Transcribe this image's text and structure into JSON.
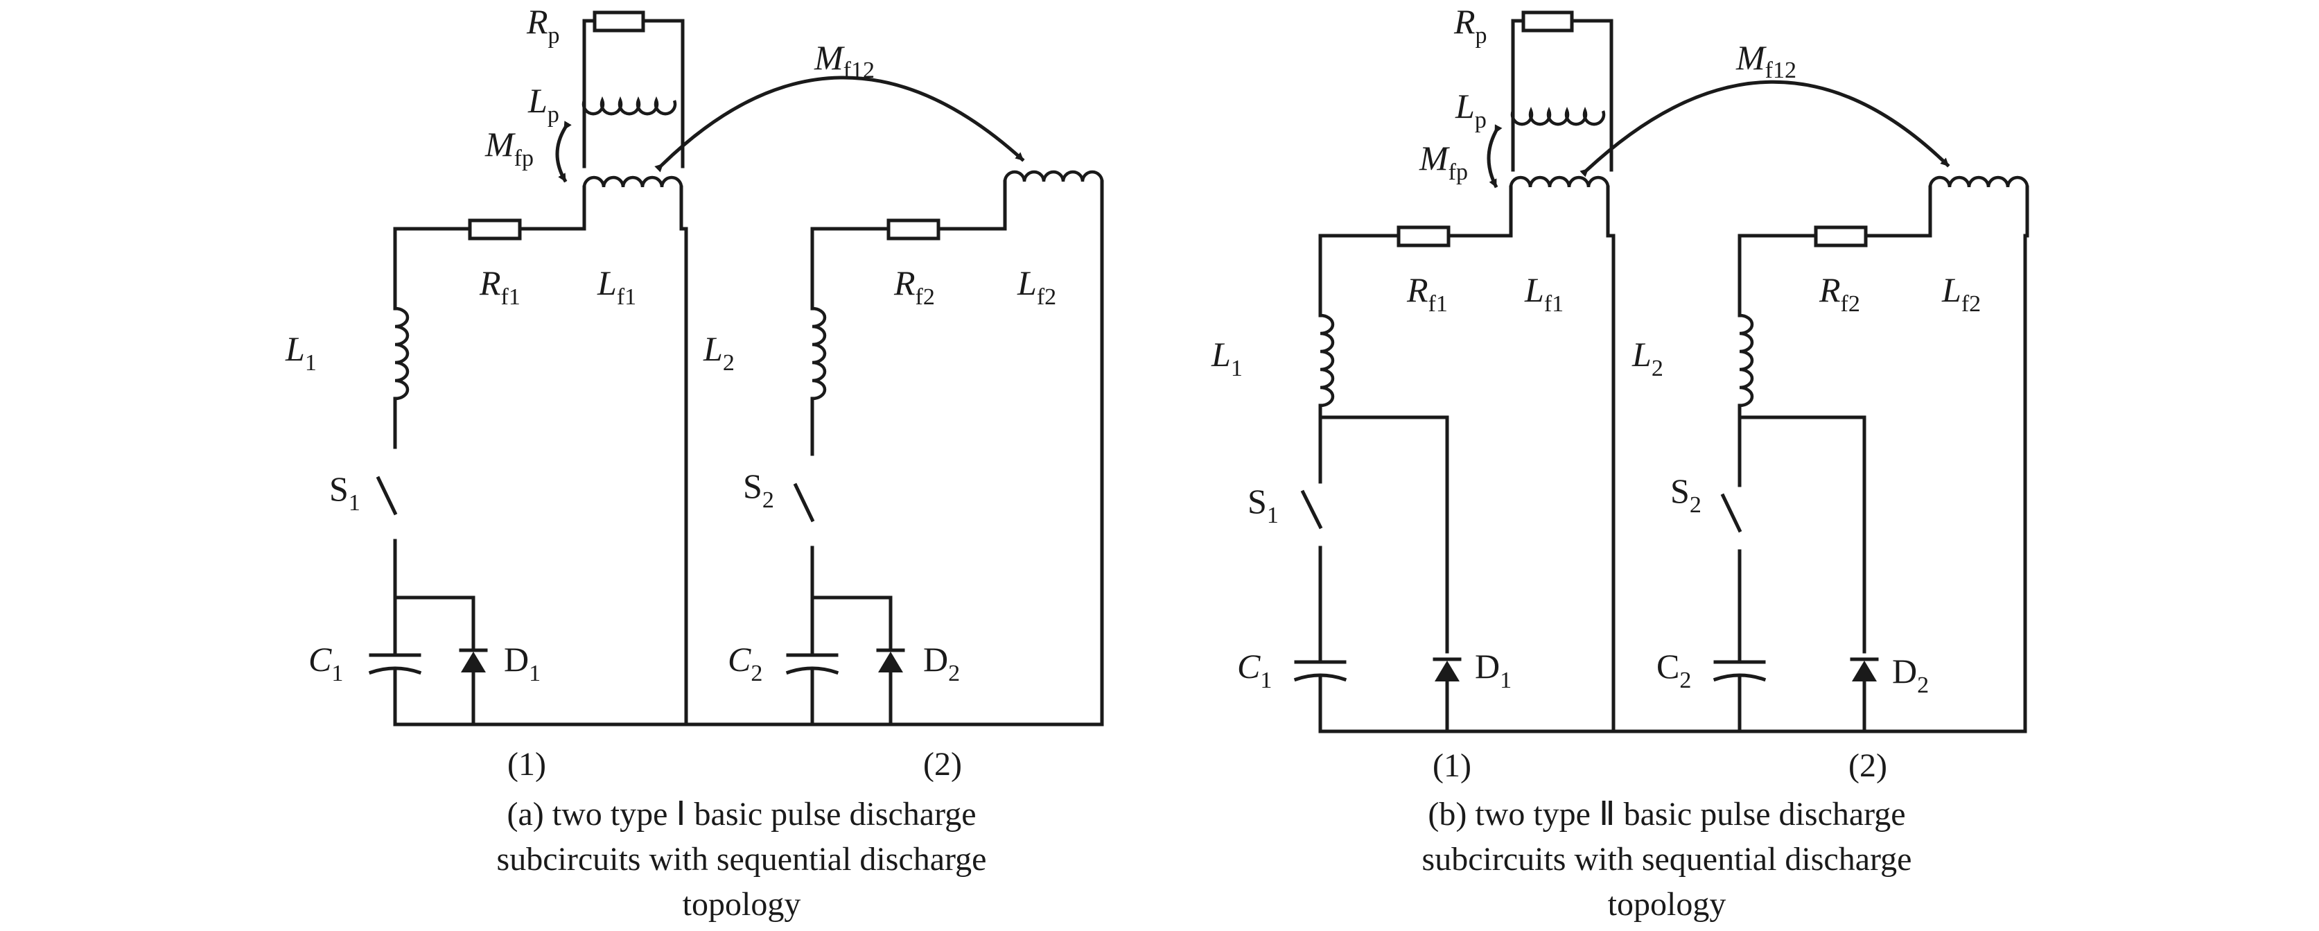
{
  "panel_a": {
    "labels": {
      "Rp": {
        "main": "R",
        "sub": "p"
      },
      "Lp": {
        "main": "L",
        "sub": "p"
      },
      "Mfp": {
        "main": "M",
        "sub": "fp"
      },
      "Mf12": {
        "main": "M",
        "sub": "f12"
      },
      "Rf1": {
        "main": "R",
        "sub": "f1"
      },
      "Lf1": {
        "main": "L",
        "sub": "f1"
      },
      "Rf2": {
        "main": "R",
        "sub": "f2"
      },
      "Lf2": {
        "main": "L",
        "sub": "f2"
      },
      "L1": {
        "main": "L",
        "sub": "1"
      },
      "L2": {
        "main": "L",
        "sub": "2"
      },
      "S1": {
        "main": "S",
        "sub": "1"
      },
      "S2": {
        "main": "S",
        "sub": "2"
      },
      "C1": {
        "main": "C",
        "sub": "1"
      },
      "C2": {
        "main": "C",
        "sub": "2"
      },
      "D1": {
        "main": "D",
        "sub": "1"
      },
      "D2": {
        "main": "D",
        "sub": "2"
      }
    },
    "sub_index_1": "(1)",
    "sub_index_2": "(2)",
    "caption": [
      "(a) two type Ⅰ basic pulse discharge",
      "subcircuits with sequential discharge",
      "topology"
    ]
  },
  "panel_b": {
    "labels": {
      "Rp": {
        "main": "R",
        "sub": "p"
      },
      "Lp": {
        "main": "L",
        "sub": "p"
      },
      "Mfp": {
        "main": "M",
        "sub": "fp"
      },
      "Mf12": {
        "main": "M",
        "sub": "f12"
      },
      "Rf1": {
        "main": "R",
        "sub": "f1"
      },
      "Lf1": {
        "main": "L",
        "sub": "f1"
      },
      "Rf2": {
        "main": "R",
        "sub": "f2"
      },
      "Lf2": {
        "main": "L",
        "sub": "f2"
      },
      "L1": {
        "main": "L",
        "sub": "1"
      },
      "L2": {
        "main": "L",
        "sub": "2"
      },
      "S1": {
        "main": "S",
        "sub": "1"
      },
      "S2": {
        "main": "S",
        "sub": "2"
      },
      "C1": {
        "main": "C",
        "sub": "1"
      },
      "C2": {
        "main": "C",
        "sub": "2"
      },
      "D1": {
        "main": "D",
        "sub": "1"
      },
      "D2": {
        "main": "D",
        "sub": "2"
      }
    },
    "sub_index_1": "(1)",
    "sub_index_2": "(2)",
    "caption": [
      "(b) two type Ⅱ basic pulse discharge",
      "subcircuits with sequential discharge",
      "topology"
    ]
  }
}
